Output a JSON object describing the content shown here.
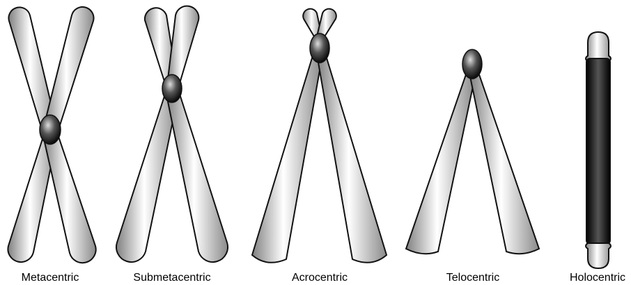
{
  "figure": {
    "labels": [
      "Metacentric",
      "Submetacentric",
      "Acrocentric",
      "Telocentric",
      "Holocentric"
    ]
  },
  "colors": {
    "outline": "#111111",
    "chromatid_light": "#ffffff",
    "chromatid_dark": "#7a7a7a",
    "centromere_light": "#d0d0d0",
    "centromere_dark": "#050505",
    "holocentric_body": "#0a0a0a",
    "background": "#ffffff"
  }
}
